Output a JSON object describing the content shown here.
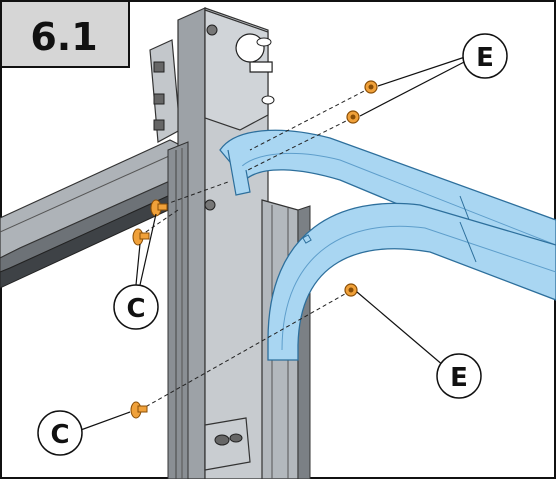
{
  "step": {
    "number": "6.1"
  },
  "callouts": {
    "c_upper": "C",
    "c_lower": "C",
    "e_upper": "E",
    "e_lower": "E"
  },
  "colors": {
    "track_blue": "#a9d6f2",
    "track_blue_dark": "#6fb3de",
    "hardware_orange": "#f0a13a",
    "steel_gray": "#b9bdc2",
    "steel_dark": "#6d7277",
    "frame": "#111111"
  }
}
